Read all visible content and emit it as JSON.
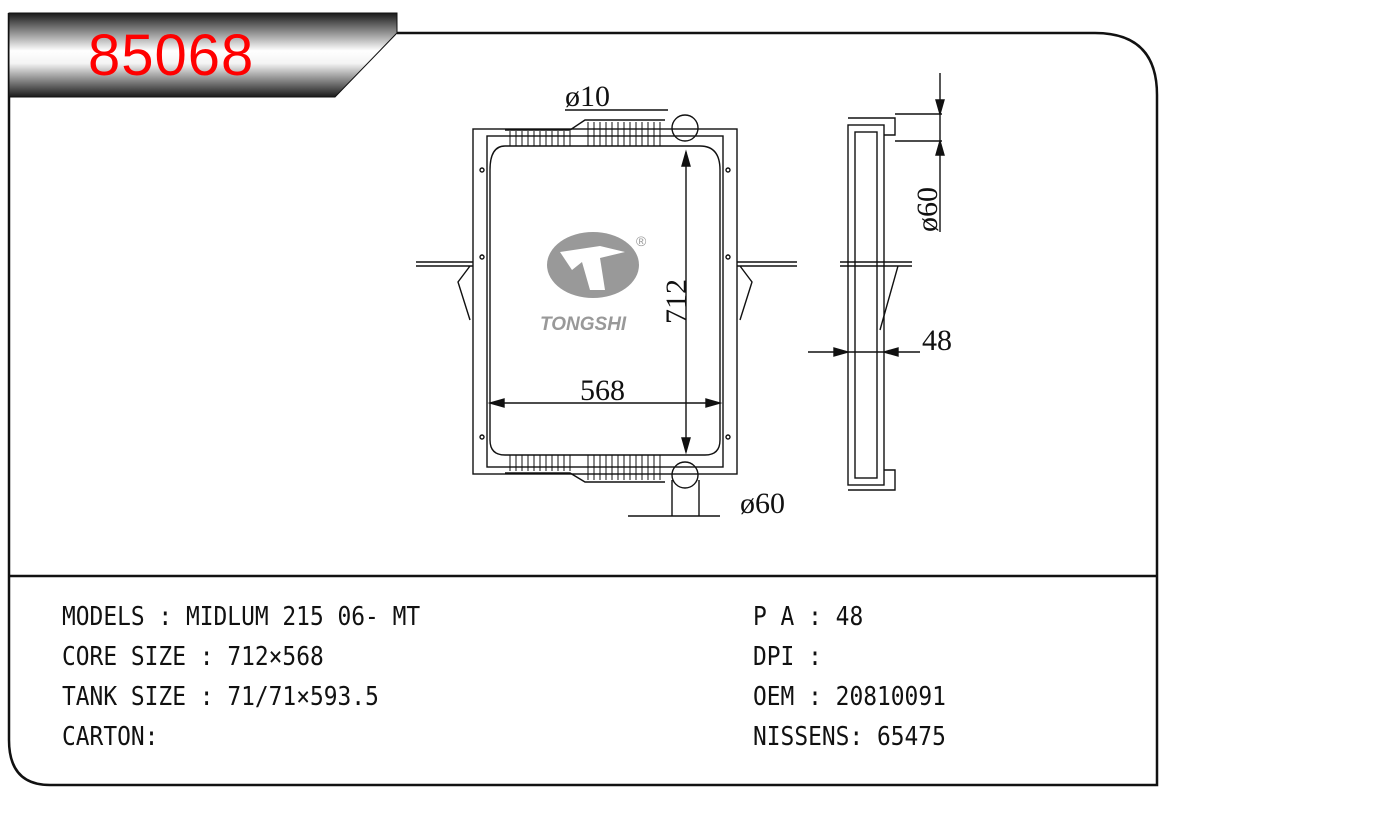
{
  "header": {
    "part_number": "85068"
  },
  "drawing": {
    "dimensions": {
      "inlet_small": "ø10",
      "height": "712",
      "width": "568",
      "outlet": "ø60",
      "side_pipe": "ø60",
      "depth": "48"
    },
    "logo": {
      "brand": "TONGSHI",
      "registered": "®"
    }
  },
  "specs_left": [
    {
      "label": "MODELS",
      "sep": " : ",
      "value": "MIDLUM 215 06- MT"
    },
    {
      "label": "CORE SIZE",
      "sep": " : ",
      "value": "712×568"
    },
    {
      "label": "TANK SIZE",
      "sep": " : ",
      "value": "71/71×593.5"
    },
    {
      "label": "CARTON",
      "sep": ":",
      "value": ""
    }
  ],
  "specs_right": [
    {
      "label": "P A",
      "sep": " : ",
      "value": "48"
    },
    {
      "label": "DPI",
      "sep": " : ",
      "value": ""
    },
    {
      "label": "OEM",
      "sep": " : ",
      "value": "20810091"
    },
    {
      "label": "NISSENS",
      "sep": ": ",
      "value": "65475"
    }
  ],
  "colors": {
    "part_number": "#ff0000",
    "line": "#111111",
    "logo": "#999999"
  }
}
